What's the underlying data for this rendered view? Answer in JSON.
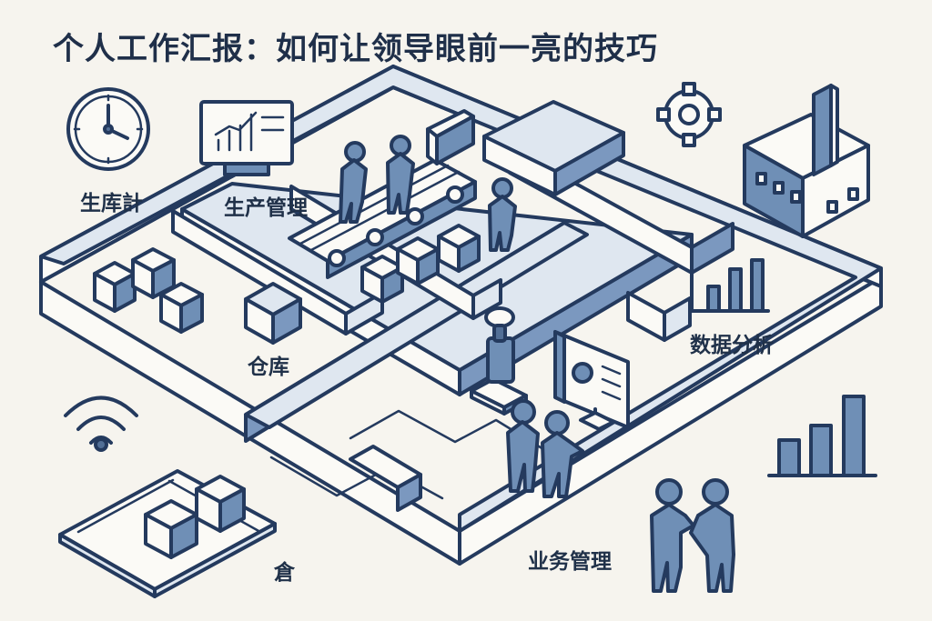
{
  "title": "个人工作汇报：如何让领导眼前一亮的技巧",
  "labels": {
    "time": "生库計",
    "production": "生产管理",
    "warehouse": "仓库",
    "warehouse_small": "倉",
    "analysis": "数据分析",
    "business": "业务管理"
  },
  "icons": {
    "clock": "clock-icon",
    "monitor": "monitor-chart-icon",
    "gear": "gear-icon",
    "factory": "factory-icon",
    "wifi": "wifi-icon",
    "bar_chart": "bar-chart-icon"
  },
  "colors": {
    "background": "#f6f4ee",
    "line": "#243a5e",
    "fill": "#6f8fb6",
    "light": "#d8e1ec",
    "white": "#fbfaf6"
  }
}
